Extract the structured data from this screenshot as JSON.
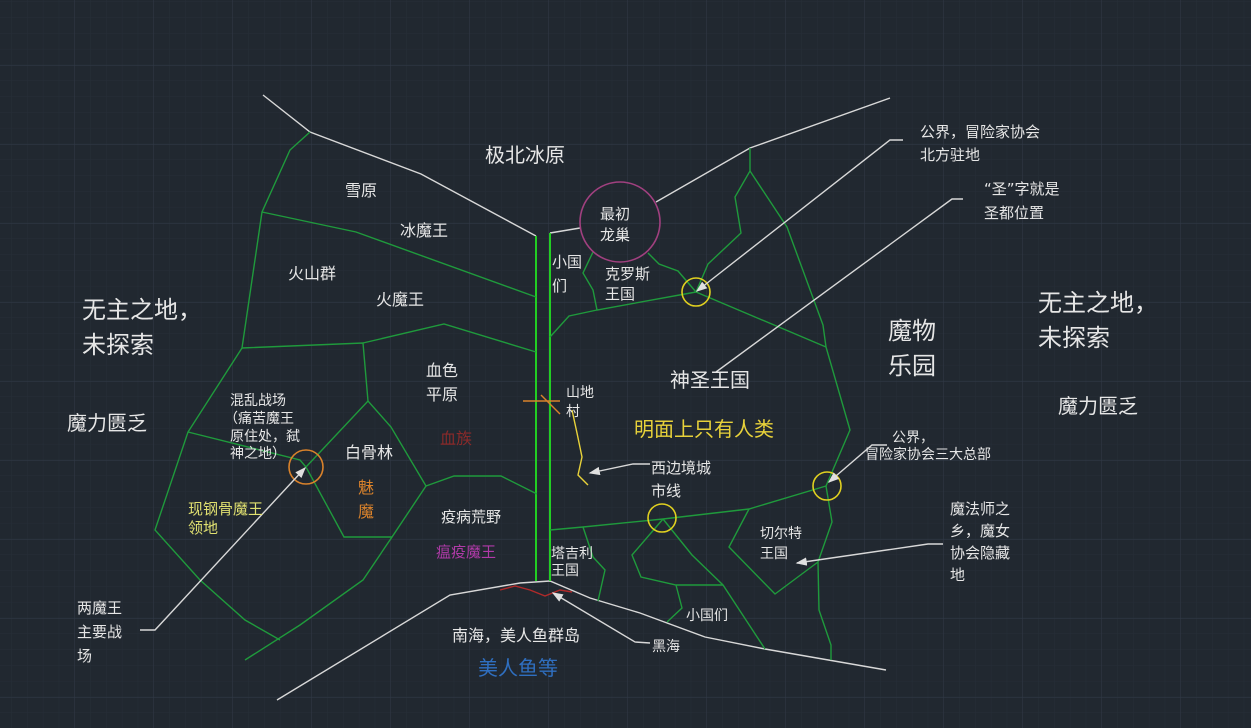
{
  "title": "极北冰原",
  "regions": {
    "snowfield": "雪原",
    "ice_demon_king": "冰魔王",
    "volcanoes": "火山群",
    "fire_demon_king": "火魔王",
    "blood_plain": [
      "血色",
      "平原"
    ],
    "vampires": "血族",
    "chaos_battlefield": [
      "混乱战场",
      "（痛苦魔王",
      "原住处，弑",
      "神之地）"
    ],
    "bone_forest": "白骨林",
    "succubus": [
      "魅",
      "魔"
    ],
    "steel_bone_territory": [
      "现钢骨魔王",
      "领地"
    ],
    "plague_wilds": "疫病荒野",
    "plague_demon_king": "瘟疫魔王",
    "dragon_nest": [
      "最初",
      "龙巢"
    ],
    "small_states_north": [
      "小国",
      "们"
    ],
    "kros_kingdom": [
      "克罗斯",
      "王国"
    ],
    "mountain_village": [
      "山地",
      "村"
    ],
    "holy_kingdom": "神圣王国",
    "only_humans": "明面上只有人类",
    "monster_paradise": [
      "魔物",
      "乐园"
    ],
    "tajili_kingdom": [
      "塔吉利",
      "王国"
    ],
    "celt_kingdom": [
      "切尔特",
      "王国"
    ],
    "small_states_south": "小国们",
    "south_sea": "南海，美人鱼群岛",
    "mermaids": "美人鱼等",
    "unexplored_left": [
      "无主之地，",
      "未探索"
    ],
    "mana_scarce_left": "魔力匮乏",
    "unexplored_right": [
      "无主之地，",
      "未探索"
    ],
    "mana_scarce_right": "魔力匮乏"
  },
  "annotations": {
    "two_kings_battlefield": [
      "两魔王",
      "主要战",
      "场"
    ],
    "west_border": [
      "西边境城",
      "市线"
    ],
    "black_sea": "黑海",
    "guild_north": [
      "公界，冒险家协会",
      "北方驻地"
    ],
    "holy_capital": [
      "“圣”字就是",
      "圣都位置"
    ],
    "guild_hq": [
      "公界，",
      "冒险家协会三大总部"
    ],
    "mage_home": [
      "魔法师之",
      "乡，魔女",
      "协会隐藏",
      "地"
    ]
  },
  "colors": {
    "background": "#212830",
    "border_green": "#1f9a3c",
    "road_green": "#22e022",
    "yellow": "#e8d23a",
    "orange": "#d9822b",
    "purple": "#a0407f",
    "blood_red": "#8a2a2a",
    "magenta": "#b03aa8",
    "blue": "#2f6fc0"
  }
}
